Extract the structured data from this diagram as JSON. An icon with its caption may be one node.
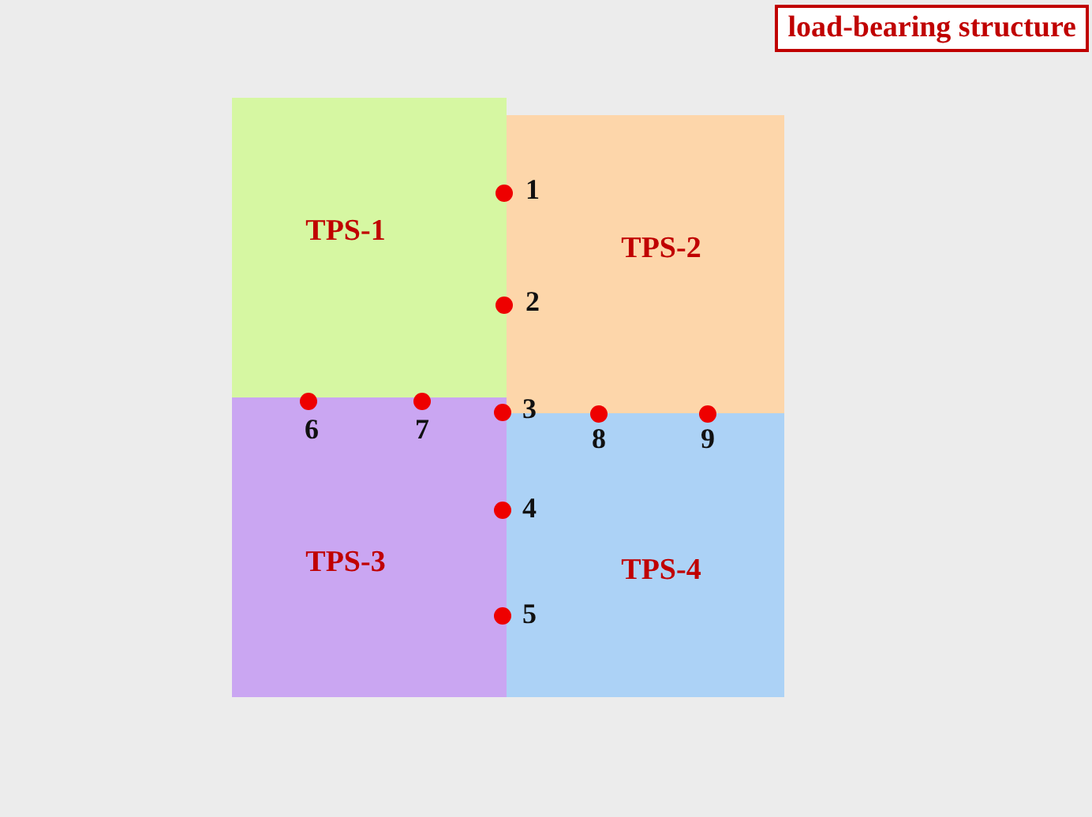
{
  "diagram": {
    "title": "load-bearing structure",
    "nodes": [
      {
        "text": [
          "TPS-1"
        ]
      },
      {
        "text": [
          "TPS-2"
        ]
      },
      {
        "text": [
          "TPS-3"
        ]
      },
      {
        "text": [
          "TPS-4"
        ]
      },
      {
        "text": [],
        "shape": "circle",
        "beside": [
          "1"
        ]
      },
      {
        "text": [],
        "shape": "circle",
        "beside": [
          "2"
        ]
      },
      {
        "text": [],
        "shape": "circle",
        "beside": [
          "3"
        ]
      },
      {
        "text": [],
        "shape": "circle",
        "beside": [
          "4"
        ]
      },
      {
        "text": [],
        "shape": "circle",
        "beside": [
          "5"
        ]
      },
      {
        "text": [],
        "shape": "circle",
        "beside": [
          "6"
        ]
      },
      {
        "text": [],
        "shape": "circle",
        "beside": [
          "7"
        ]
      },
      {
        "text": [],
        "shape": "circle",
        "beside": [
          "8"
        ]
      },
      {
        "text": [],
        "shape": "circle",
        "beside": [
          "9"
        ]
      }
    ]
  }
}
